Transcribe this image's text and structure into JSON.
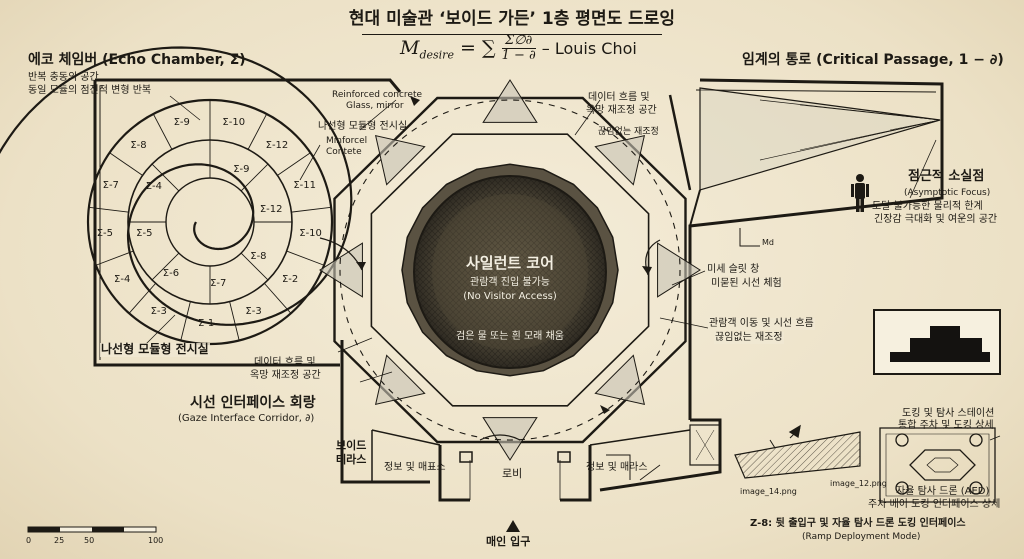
{
  "title": "현대 미술관 ‘보이드 가든’ 1층 평면도 드로잉",
  "formula": {
    "lhs": "M",
    "lhs_sub": "desire",
    "eq": "= ∑",
    "num": "Σ∅∂",
    "den": "1 − ∂",
    "author": "– Louis Choi"
  },
  "echo": {
    "title": "에코 체임버 (Echo Chamber, Σ)",
    "line1": "반복 충동의 공간",
    "line2": "동일 모듈의 점진적 변형 반복",
    "spiral_label_top": "나선형 모듈형 전시실",
    "spiral_label_bottom": "나선형 모듈형 전시실",
    "outer_cells": [
      "Σ-10",
      "Σ-12",
      "Σ-11",
      "Σ-10",
      "Σ-2",
      "Σ-3",
      "Σ-1",
      "Σ-3",
      "Σ-4",
      "Σ-5",
      "Σ-7",
      "Σ-8",
      "Σ-9"
    ],
    "inner_cells": [
      "Σ-9",
      "Σ-12",
      "Σ-8",
      "Σ-7",
      "Σ-6",
      "Σ-5",
      "Σ-4"
    ]
  },
  "notes": {
    "reinforced": "Reinforced concrete",
    "glass": "Glass, mirror",
    "minforcel1": "Minforcel",
    "minforcel2": "Contete",
    "dataflow_top1": "데이터 흐름 및",
    "dataflow_top2": "옥망 재조정 공간",
    "endless": "끊임없는 재조정",
    "dataflow_left1": "데이터 흐름 및",
    "dataflow_left2": "옥망 재조정 공간",
    "slit1": "미세 슬릿 창",
    "slit2": "미묻된 시선 체험",
    "move1": "관람객 이동 및 시선 흐름",
    "move2": "끊임없는 재조정"
  },
  "core": {
    "title": "사일런트 코어",
    "sub1": "관람객 진입 불가능",
    "sub2": "(No Visitor Access)",
    "fill": "검은 물 또는 흰 모래 채움"
  },
  "gaze": {
    "title": "시선 인터페이스 회랑",
    "sub": "(Gaze Interface Corridor, ∂)"
  },
  "critical": {
    "title": "임계의 통로 (Critical Passage, 1 − ∂)"
  },
  "focus": {
    "title": "점근적 소실점",
    "sub": "(Asymptotic Focus)",
    "d1": "도달 불가능한 물리적 한계",
    "d2": "긴장감 극대화 및 여운의 공간"
  },
  "rooms": {
    "terrace1": "보이드",
    "terrace2": "테라스",
    "info_shop": "정보 및 매표소",
    "lobby": "로비",
    "info_right": "정보 및 매라스",
    "entrance": "매인 입구"
  },
  "docking": {
    "t1": "도킹 및 탐사 스테이션",
    "t2": "통합 주차 및 도킹 상세",
    "img14": "image_14.png",
    "img12": "image_12.png",
    "aed1": "자율 탐사 드론 (AED)",
    "aed2": "주차 베이 도킹 인터페이스 상세",
    "z8a": "Z-8: 뒷 출입구 및 자율 탐사 드론 도킹 인터페이스",
    "z8b": "(Ramp Deployment Mode)"
  },
  "scale": {
    "ticks": [
      "0",
      "25",
      "50",
      "100"
    ]
  },
  "axis": {
    "label": "Md"
  }
}
